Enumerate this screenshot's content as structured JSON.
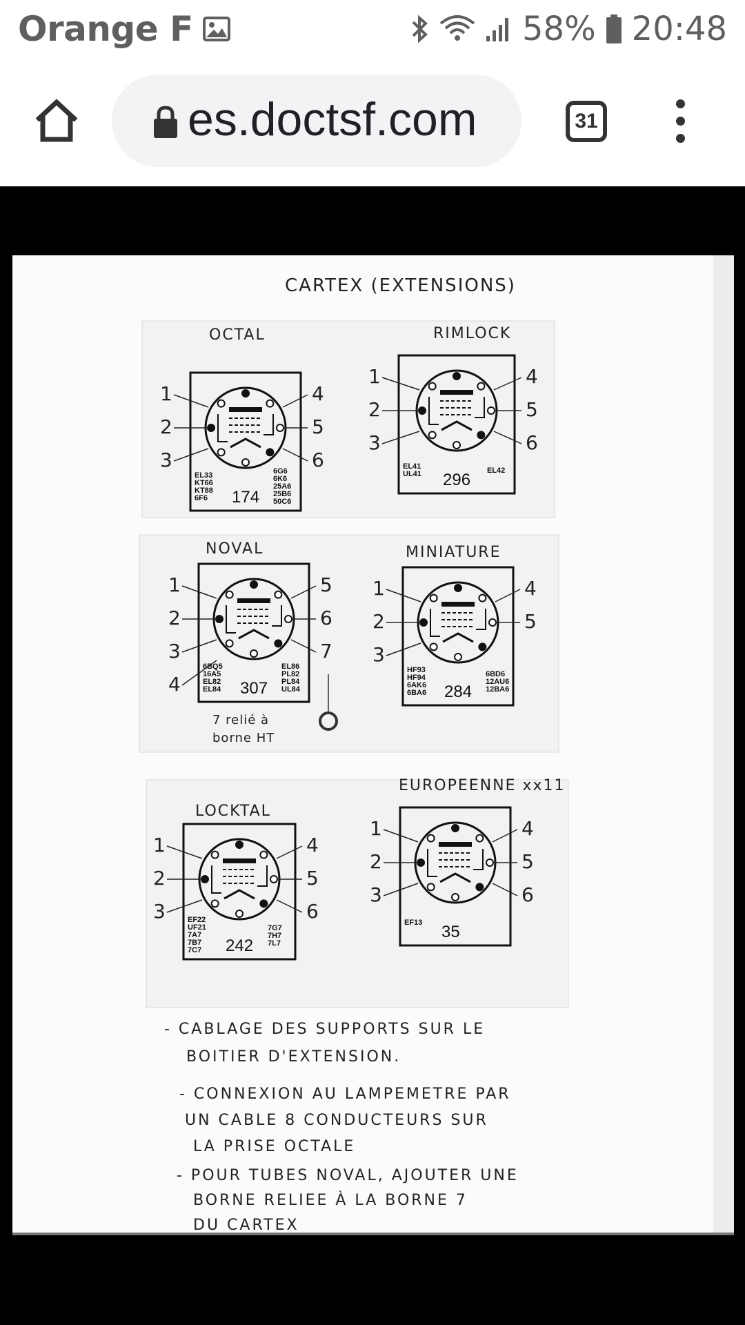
{
  "status_bar": {
    "carrier": "Orange F",
    "battery": "58%",
    "time": "20:48"
  },
  "toolbar": {
    "url": "es.doctsf.com",
    "tab_count": "31"
  },
  "document": {
    "title": "CARTEX (EXTENSIONS)",
    "sockets": [
      {
        "label": "OCTAL",
        "number": "174",
        "codes_left": [
          "EL33",
          "KT66",
          "KT88",
          "6F6"
        ],
        "codes_right": [
          "6G6",
          "6K6",
          "25A6",
          "25B6",
          "50C6"
        ],
        "pins": [
          "1",
          "2",
          "3",
          "4",
          "5",
          "6"
        ]
      },
      {
        "label": "RIMLOCK",
        "number": "296",
        "codes_left": [
          "EL41",
          "UL41"
        ],
        "codes_right": [
          "EL42"
        ],
        "pins": [
          "1",
          "2",
          "3",
          "4",
          "5",
          "6"
        ]
      },
      {
        "label": "NOVAL",
        "number": "307",
        "codes_left": [
          "6BQ5",
          "16A5",
          "EL82",
          "EL84"
        ],
        "codes_right": [
          "EL86",
          "PL82",
          "PL84",
          "UL84"
        ],
        "pins": [
          "1",
          "2",
          "3",
          "4",
          "5",
          "6",
          "7"
        ],
        "note_line1": "7 relié à",
        "note_line2": "borne HT"
      },
      {
        "label": "MINIATURE",
        "number": "284",
        "codes_left": [
          "HF93",
          "HF94",
          "6AK6",
          "6BA6"
        ],
        "codes_right": [
          "6BD6",
          "12AU6",
          "12BA6"
        ],
        "pins": [
          "1",
          "2",
          "3",
          "4",
          "5"
        ]
      },
      {
        "label": "LOCKTAL",
        "number": "242",
        "codes_left": [
          "EF22",
          "UF21",
          "7A7",
          "7B7",
          "7C7"
        ],
        "codes_right": [
          "7G7",
          "7H7",
          "7L7"
        ],
        "pins": [
          "1",
          "2",
          "3",
          "4",
          "5",
          "6"
        ]
      },
      {
        "label": "EUROPEENNE xx11",
        "number": "35",
        "codes_left": [
          "EF13"
        ],
        "codes_right": [],
        "pins": [
          "1",
          "2",
          "3",
          "4",
          "5",
          "6"
        ]
      }
    ],
    "notes": [
      "- CABLAGE DES SUPPORTS SUR LE",
      "BOITIER D'EXTENSION.",
      "- CONNEXION AU LAMPEMETRE PAR",
      "UN CABLE 8 CONDUCTEURS SUR",
      "LA PRISE OCTALE",
      "- POUR TUBES NOVAL, AJOUTER UNE",
      "BORNE RELIEE À LA BORNE 7",
      "DU CARTEX"
    ]
  }
}
